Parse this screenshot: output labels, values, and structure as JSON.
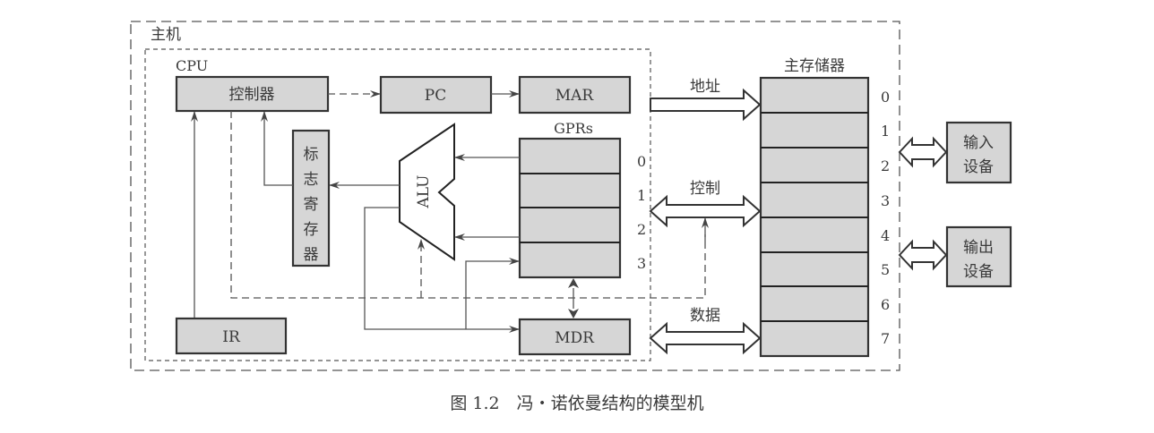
{
  "diagram": {
    "host_label": "主机",
    "cpu_label": "CPU",
    "controller": "控制器",
    "pc": "PC",
    "mar": "MAR",
    "gprs_label": "GPRs",
    "gpr_indices": [
      "0",
      "1",
      "2",
      "3"
    ],
    "alu": "ALU",
    "flag_register": [
      "标",
      "志",
      "寄",
      "存",
      "器"
    ],
    "ir": "IR",
    "mdr": "MDR",
    "memory_label": "主存储器",
    "memory_indices": [
      "0",
      "1",
      "2",
      "3",
      "4",
      "5",
      "6",
      "7"
    ],
    "buses": {
      "address": "地址",
      "control": "控制",
      "data": "数据"
    },
    "input_device": [
      "输入",
      "设备"
    ],
    "output_device": [
      "输出",
      "设备"
    ]
  },
  "caption": "图 1.2　冯・诺依曼结构的模型机"
}
